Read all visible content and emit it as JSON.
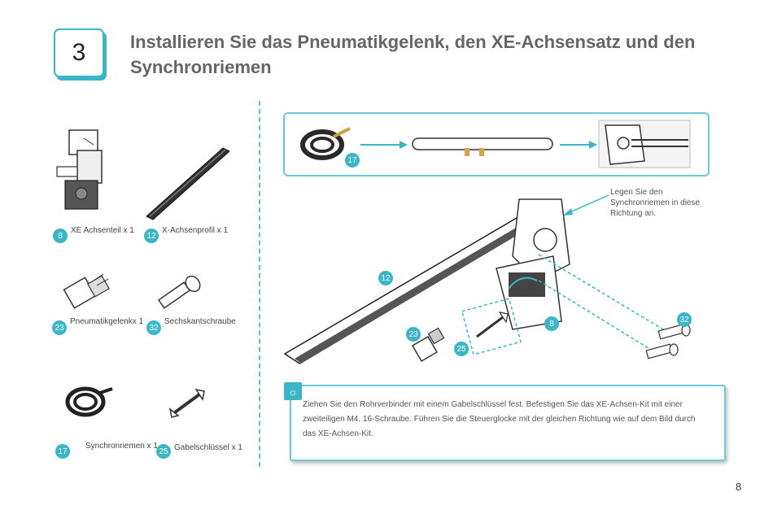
{
  "header": {
    "step_number": "3",
    "title_line1": "Installieren Sie das Pneumatikgelenk, den XE-Achsensatz und den",
    "title_line2": "Synchronriemen"
  },
  "parts": [
    {
      "badge": "8",
      "label": "XE Achsenteil x 1"
    },
    {
      "badge": "12",
      "label": "X-Achsenprofil  x 1"
    },
    {
      "badge": "23",
      "label": "Pneumatikgelenkx 1"
    },
    {
      "badge": "32",
      "label": "Sechskantschraube"
    },
    {
      "badge": "17",
      "label": "Synchronriemen x 1"
    },
    {
      "badge": "25",
      "label": "Gabelschlüssel x 1"
    }
  ],
  "diagram": {
    "top_badge": "17",
    "callout": "Legen Sie den Synchronriemen in diese Richtung an.",
    "badges": {
      "profile": "12",
      "joint": "23",
      "wrench": "25",
      "xe_part": "8",
      "screws": "32"
    }
  },
  "note": {
    "icon": "lightbulb-icon",
    "text": "Ziehen Sie den Rohrverbinder mit einem Gabelschlüssel fest. Befestigen Sie das XE-Achsen-Kit mit einer zweiteiligen M4. 16-Schraube. Führen Sie die Steuerglocke mit der gleichen Richtung wie auf dem Bild durch das XE-Achsen-Kit."
  },
  "page_number": "8",
  "colors": {
    "accent": "#3ab6c9",
    "title": "#666666"
  }
}
